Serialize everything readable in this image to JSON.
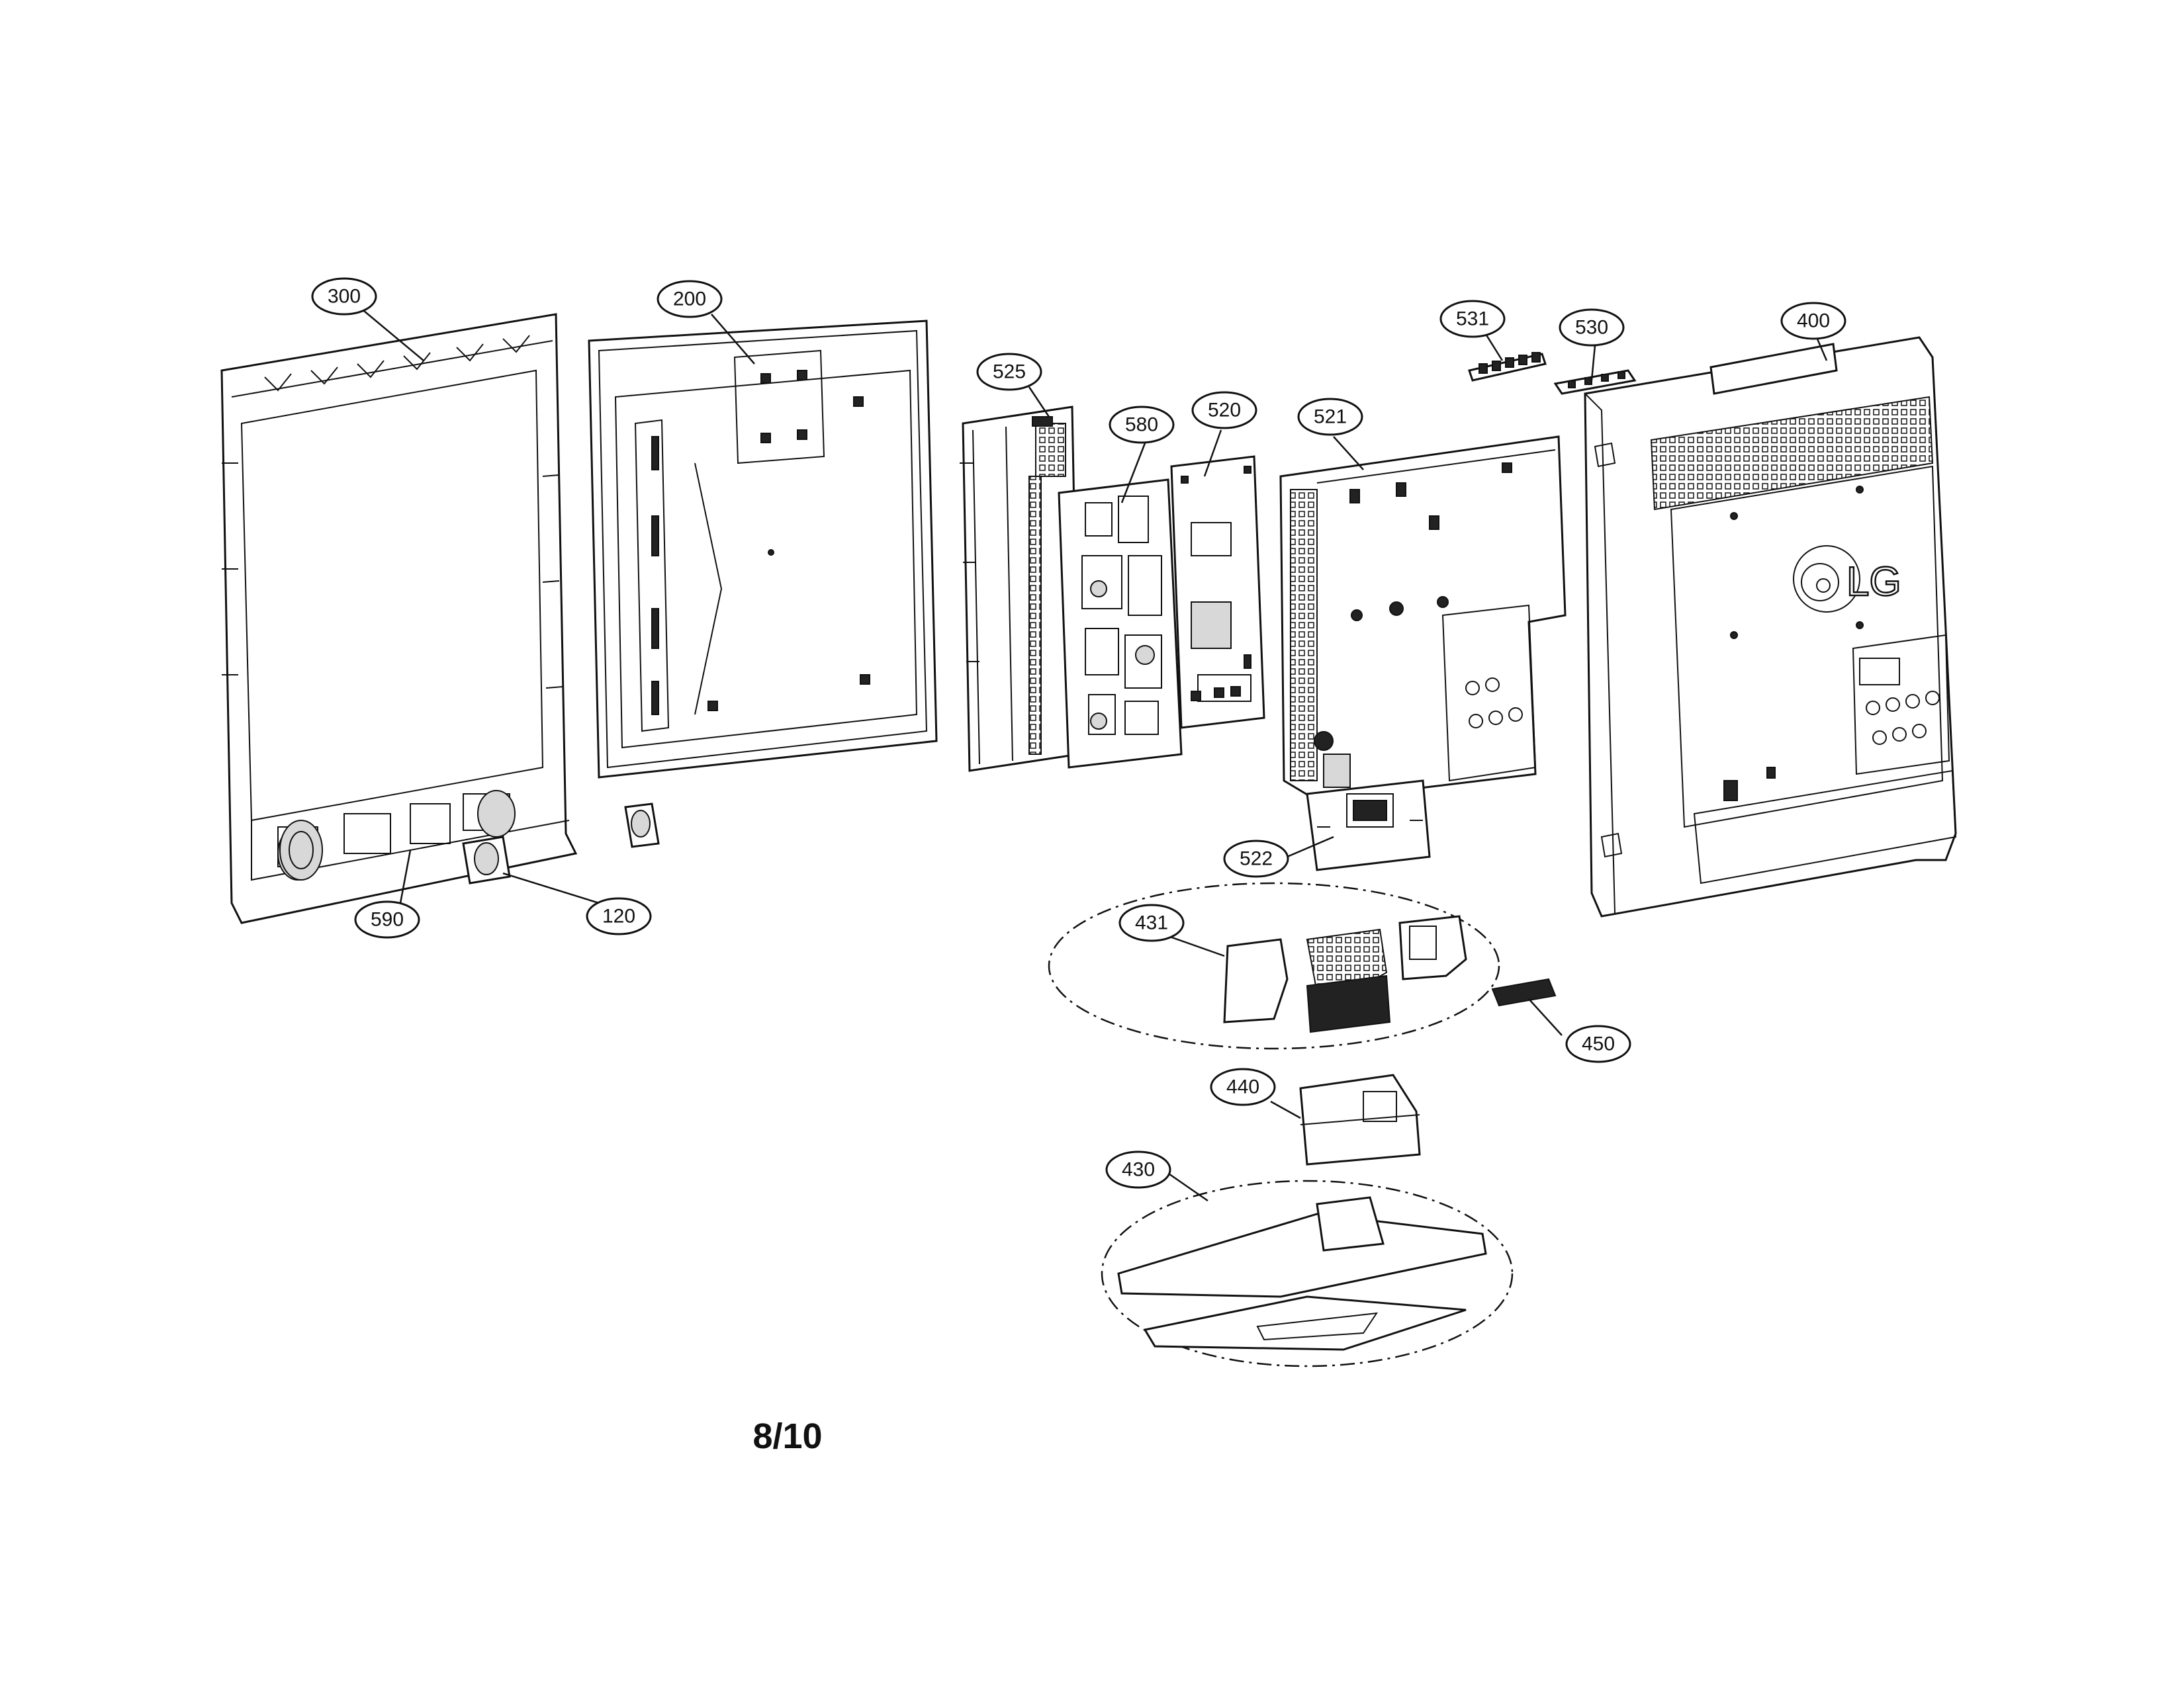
{
  "page_label": "8/10",
  "logo_text": "LG",
  "callouts": [
    {
      "id": "300",
      "label": "300"
    },
    {
      "id": "200",
      "label": "200"
    },
    {
      "id": "525",
      "label": "525"
    },
    {
      "id": "580",
      "label": "580"
    },
    {
      "id": "520",
      "label": "520"
    },
    {
      "id": "521",
      "label": "521"
    },
    {
      "id": "531",
      "label": "531"
    },
    {
      "id": "530",
      "label": "530"
    },
    {
      "id": "400",
      "label": "400"
    },
    {
      "id": "522",
      "label": "522"
    },
    {
      "id": "590",
      "label": "590"
    },
    {
      "id": "120",
      "label": "120"
    },
    {
      "id": "431",
      "label": "431"
    },
    {
      "id": "450",
      "label": "450"
    },
    {
      "id": "440",
      "label": "440"
    },
    {
      "id": "430",
      "label": "430"
    }
  ]
}
